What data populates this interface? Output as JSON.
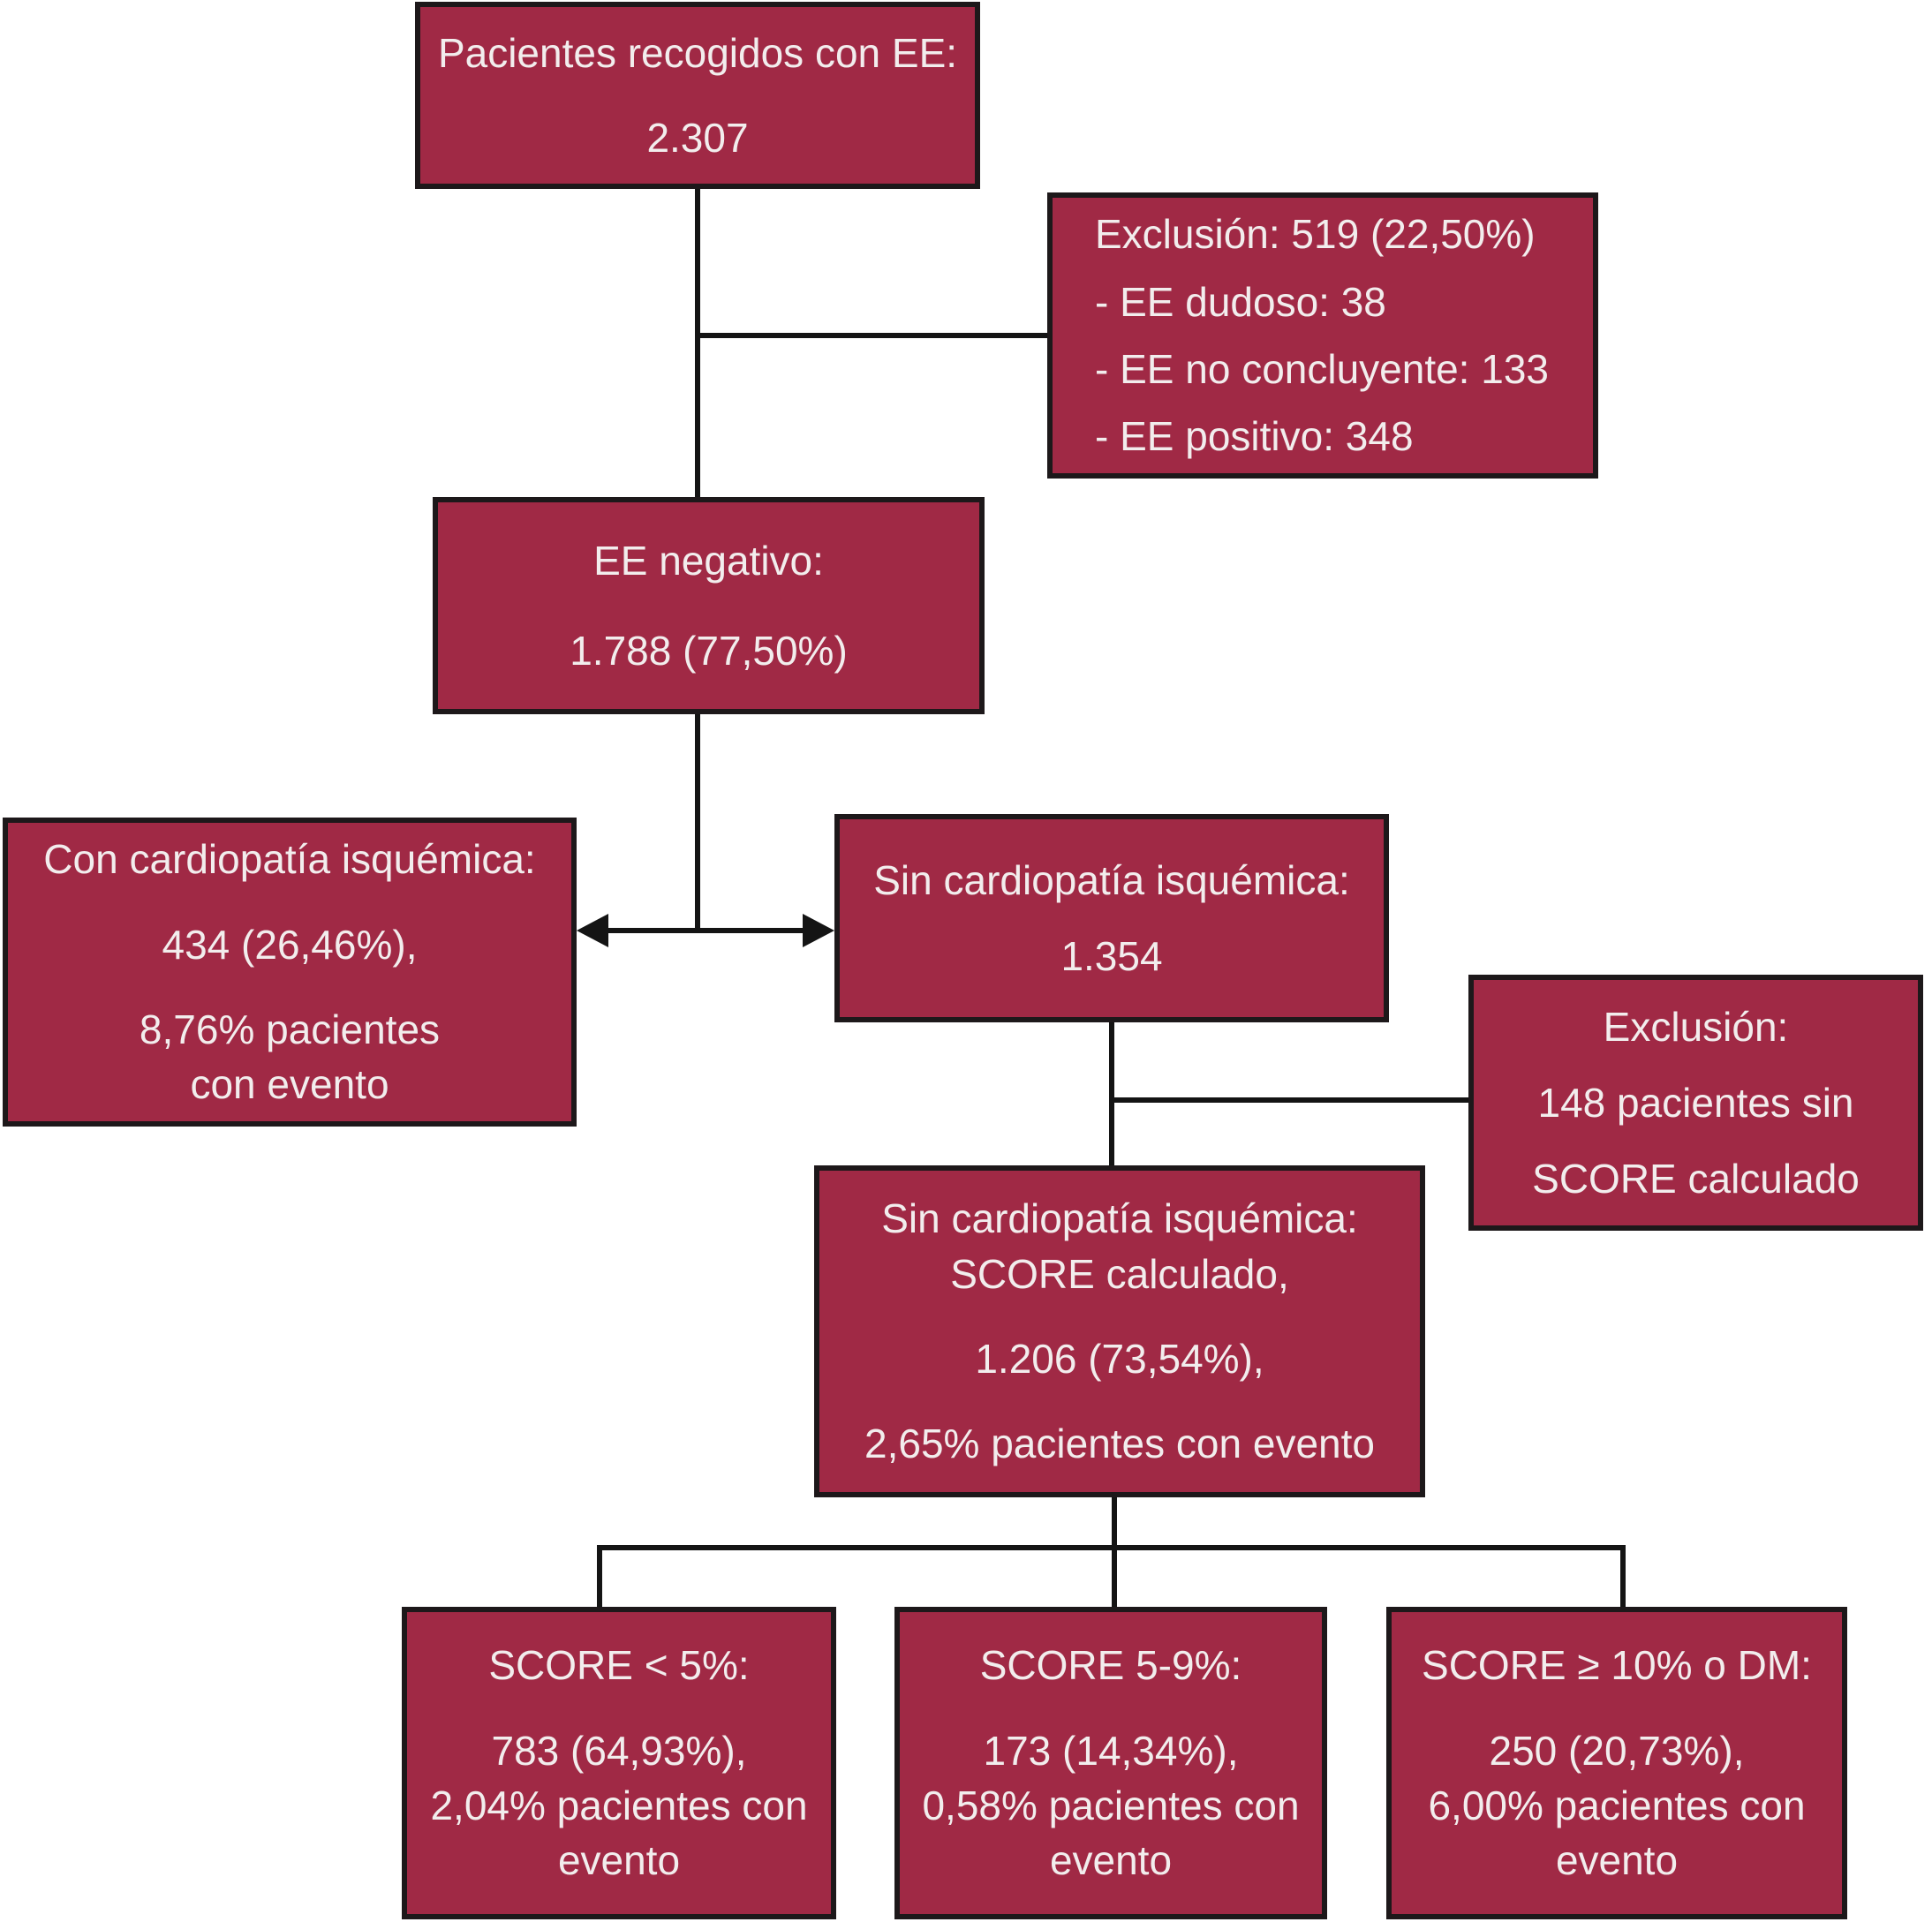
{
  "figure": {
    "background": "#ffffff",
    "box_fill": "#a02945",
    "box_border": "#1d181a",
    "line_color": "#141414",
    "text_color": "#f2eded"
  },
  "boxes": {
    "collected": {
      "lines": [
        "Pacientes recogidos con EE:",
        "2.307"
      ]
    },
    "exclusion1": {
      "lines": [
        "Exclusión: 519 (22,50%)",
        "- EE dudoso: 38",
        "- EE no concluyente: 133",
        "- EE positivo: 348"
      ]
    },
    "ee_negativo": {
      "lines": [
        "EE negativo:",
        "1.788 (77,50%)"
      ]
    },
    "con_cardiopatia": {
      "lines": [
        "Con cardiopatía isquémica:",
        "434 (26,46%),",
        "8,76% pacientes",
        "con evento"
      ]
    },
    "sin_cardiopatia": {
      "lines": [
        "Sin cardiopatía isquémica:",
        "1.354"
      ]
    },
    "exclusion2": {
      "lines": [
        "Exclusión:",
        "148 pacientes sin",
        "SCORE calculado"
      ]
    },
    "sin_cardiopatia_score": {
      "lines": [
        "Sin cardiopatía isquémica:",
        "SCORE calculado,",
        "1.206 (73,54%),",
        "2,65% pacientes con evento"
      ]
    },
    "score_low": {
      "lines": [
        "SCORE < 5%:",
        "783 (64,93%),",
        "2,04% pacientes con",
        "evento"
      ]
    },
    "score_mid": {
      "lines": [
        "SCORE 5-9%:",
        "173 (14,34%),",
        "0,58% pacientes con",
        "evento"
      ]
    },
    "score_high": {
      "lines": [
        "SCORE ≥ 10% o DM:",
        "250 (20,73%),",
        "6,00% pacientes con",
        "evento"
      ]
    }
  }
}
